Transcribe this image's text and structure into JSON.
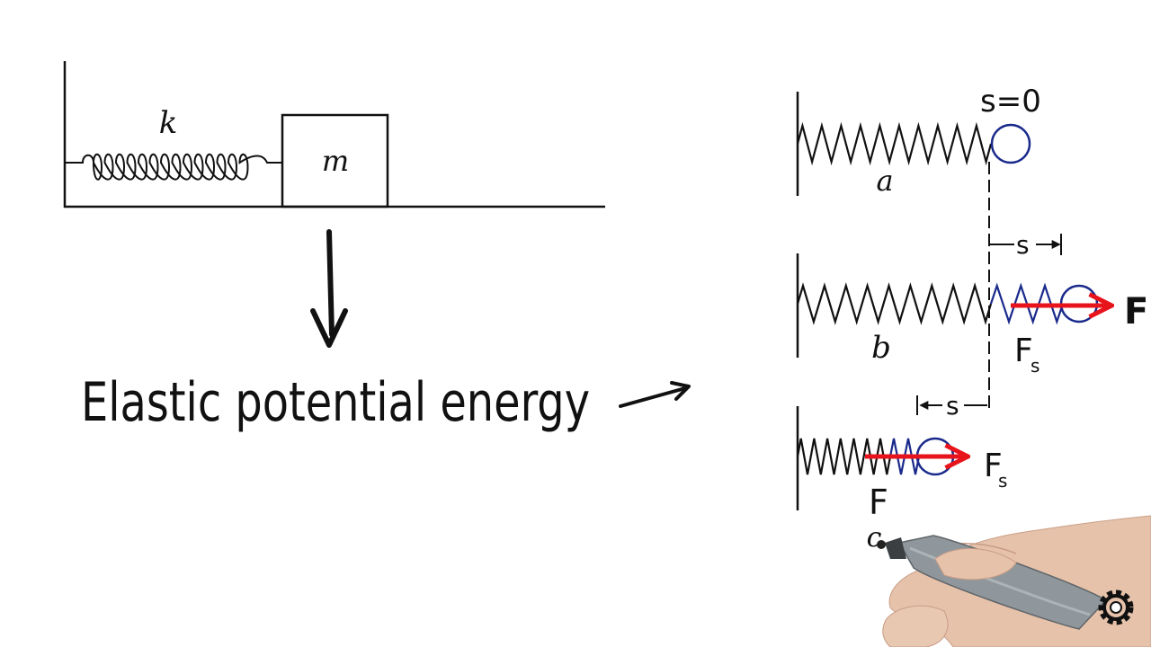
{
  "diagram": {
    "mass_spring": {
      "spring_label": "k",
      "mass_label": "m"
    },
    "caption": "Elastic potential energy",
    "springs": {
      "equilibrium": {
        "position_label": "s=0",
        "label": "a"
      },
      "stretched": {
        "displacement_label": "s",
        "label": "b",
        "spring_force_label": "F",
        "spring_force_sub": "s",
        "applied_force_label": "F"
      },
      "compressed": {
        "displacement_label": "s",
        "label": "c",
        "spring_force_label": "F",
        "spring_force_sub": "s",
        "applied_force_label": "F"
      }
    }
  },
  "colors": {
    "ink": "#111111",
    "force_arrow": "#e8141c",
    "mass_ball": "#1a2a8c",
    "marker_body": "#8f979c",
    "skin": "#e8c6b0"
  },
  "icons": {
    "watermark": "gear-logo-icon"
  }
}
